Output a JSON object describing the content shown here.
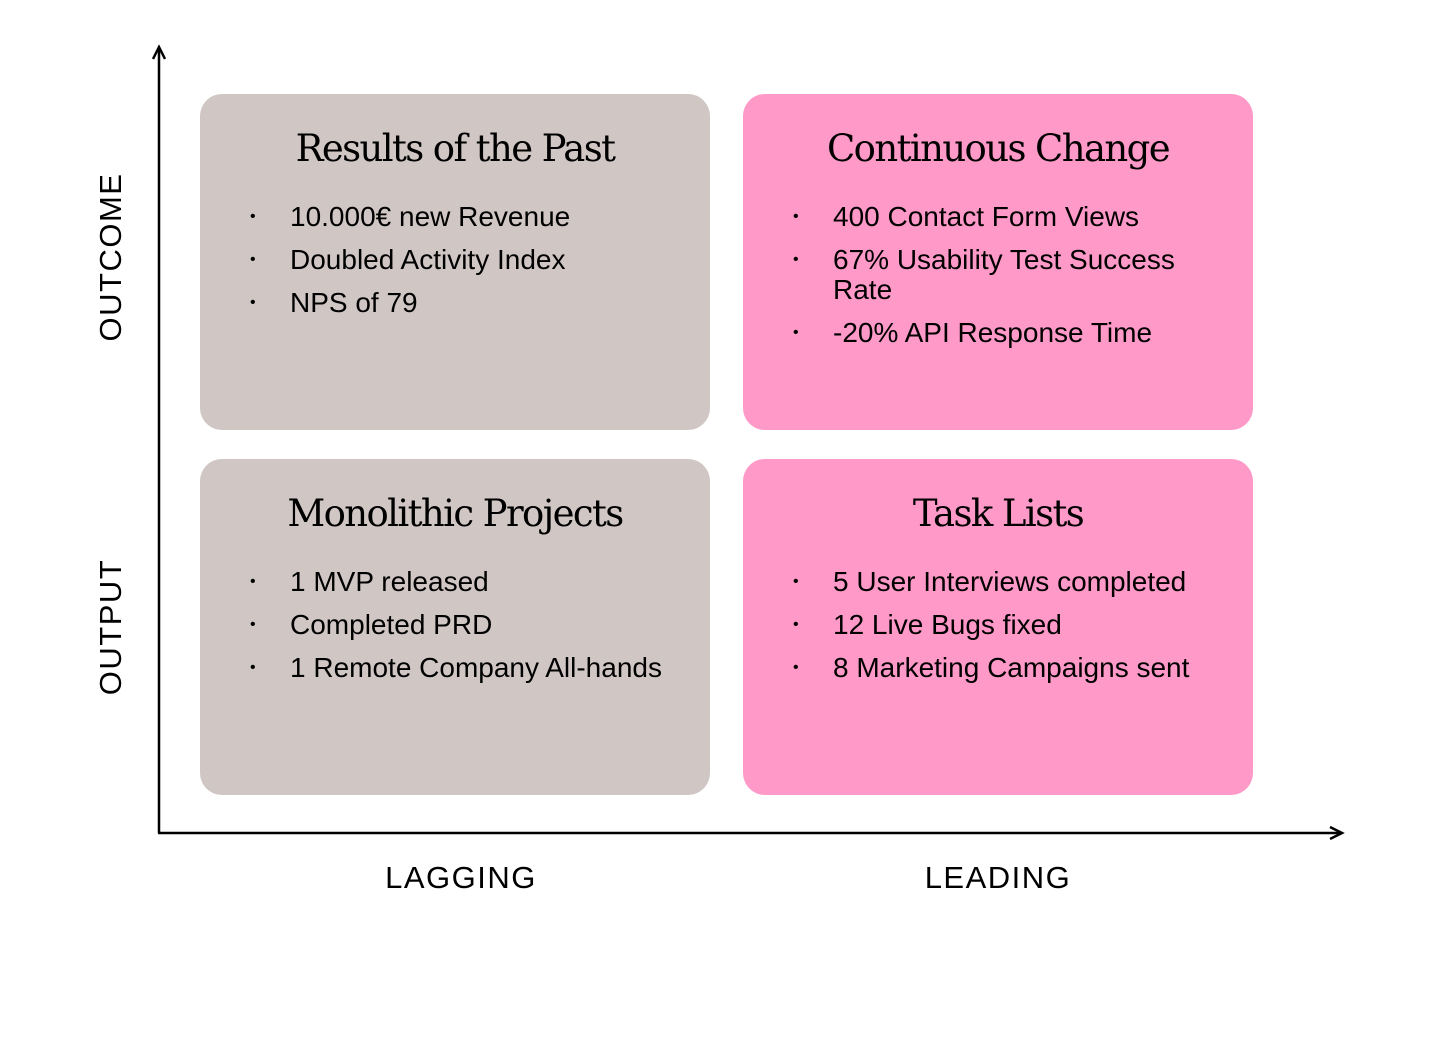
{
  "colors": {
    "lagging_card": "#d0c7c5",
    "leading_card": "#fe99c8",
    "axis": "#000000"
  },
  "axes": {
    "y_top_label": "OUTCOME",
    "y_bottom_label": "OUTPUT",
    "x_left_label": "LAGGING",
    "x_right_label": "LEADING"
  },
  "quadrants": {
    "top_left": {
      "title": "Results of the Past",
      "items": [
        "10.000€ new Revenue",
        "Doubled Activity Index",
        "NPS of 79"
      ]
    },
    "top_right": {
      "title": "Continuous Change",
      "items": [
        "400 Contact Form Views",
        "67% Usability Test Success Rate",
        "-20% API Response Time"
      ]
    },
    "bottom_left": {
      "title": "Monolithic Projects",
      "items": [
        "1 MVP released",
        "Completed PRD",
        "1 Remote Company All-hands"
      ]
    },
    "bottom_right": {
      "title": "Task Lists",
      "items": [
        "5 User Interviews completed",
        "12 Live Bugs fixed",
        "8 Marketing Campaigns sent"
      ]
    }
  }
}
